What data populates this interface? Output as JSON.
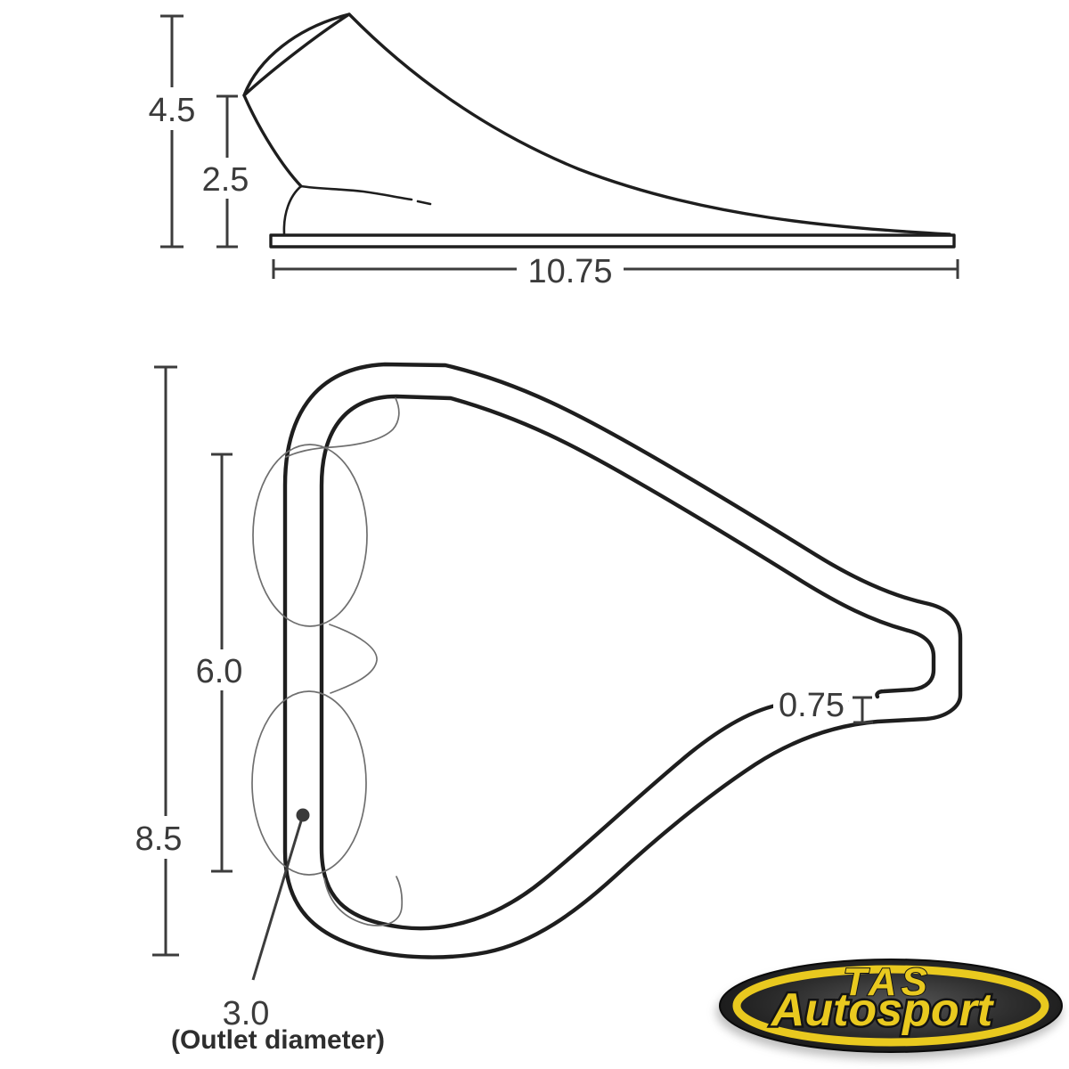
{
  "drawing": {
    "type": "technical-dimension-drawing",
    "subject": "hood scoop / air intake duct, side profile and plan view",
    "side_view": {
      "labels": {
        "overall_height": "4.5",
        "mouth_height": "2.5",
        "base_length": "10.75"
      }
    },
    "plan_view": {
      "labels": {
        "overall_length": "8.5",
        "outlet_span": "6.0",
        "tail_slot_gap": "0.75",
        "outlet_diameter": "3.0",
        "outlet_note": "(Outlet diameter)"
      }
    }
  },
  "logo": {
    "line1": "TAS",
    "line2": "Autosport",
    "colors": {
      "yellow": "#e9c91f",
      "dark": "#141414"
    }
  },
  "colors": {
    "background": "#ffffff",
    "main_line": "#1e1e1e",
    "dimension_line": "#3c3c3c",
    "thin_detail_line": "#6f6f6f",
    "dim_text": "#3b3b3b"
  }
}
